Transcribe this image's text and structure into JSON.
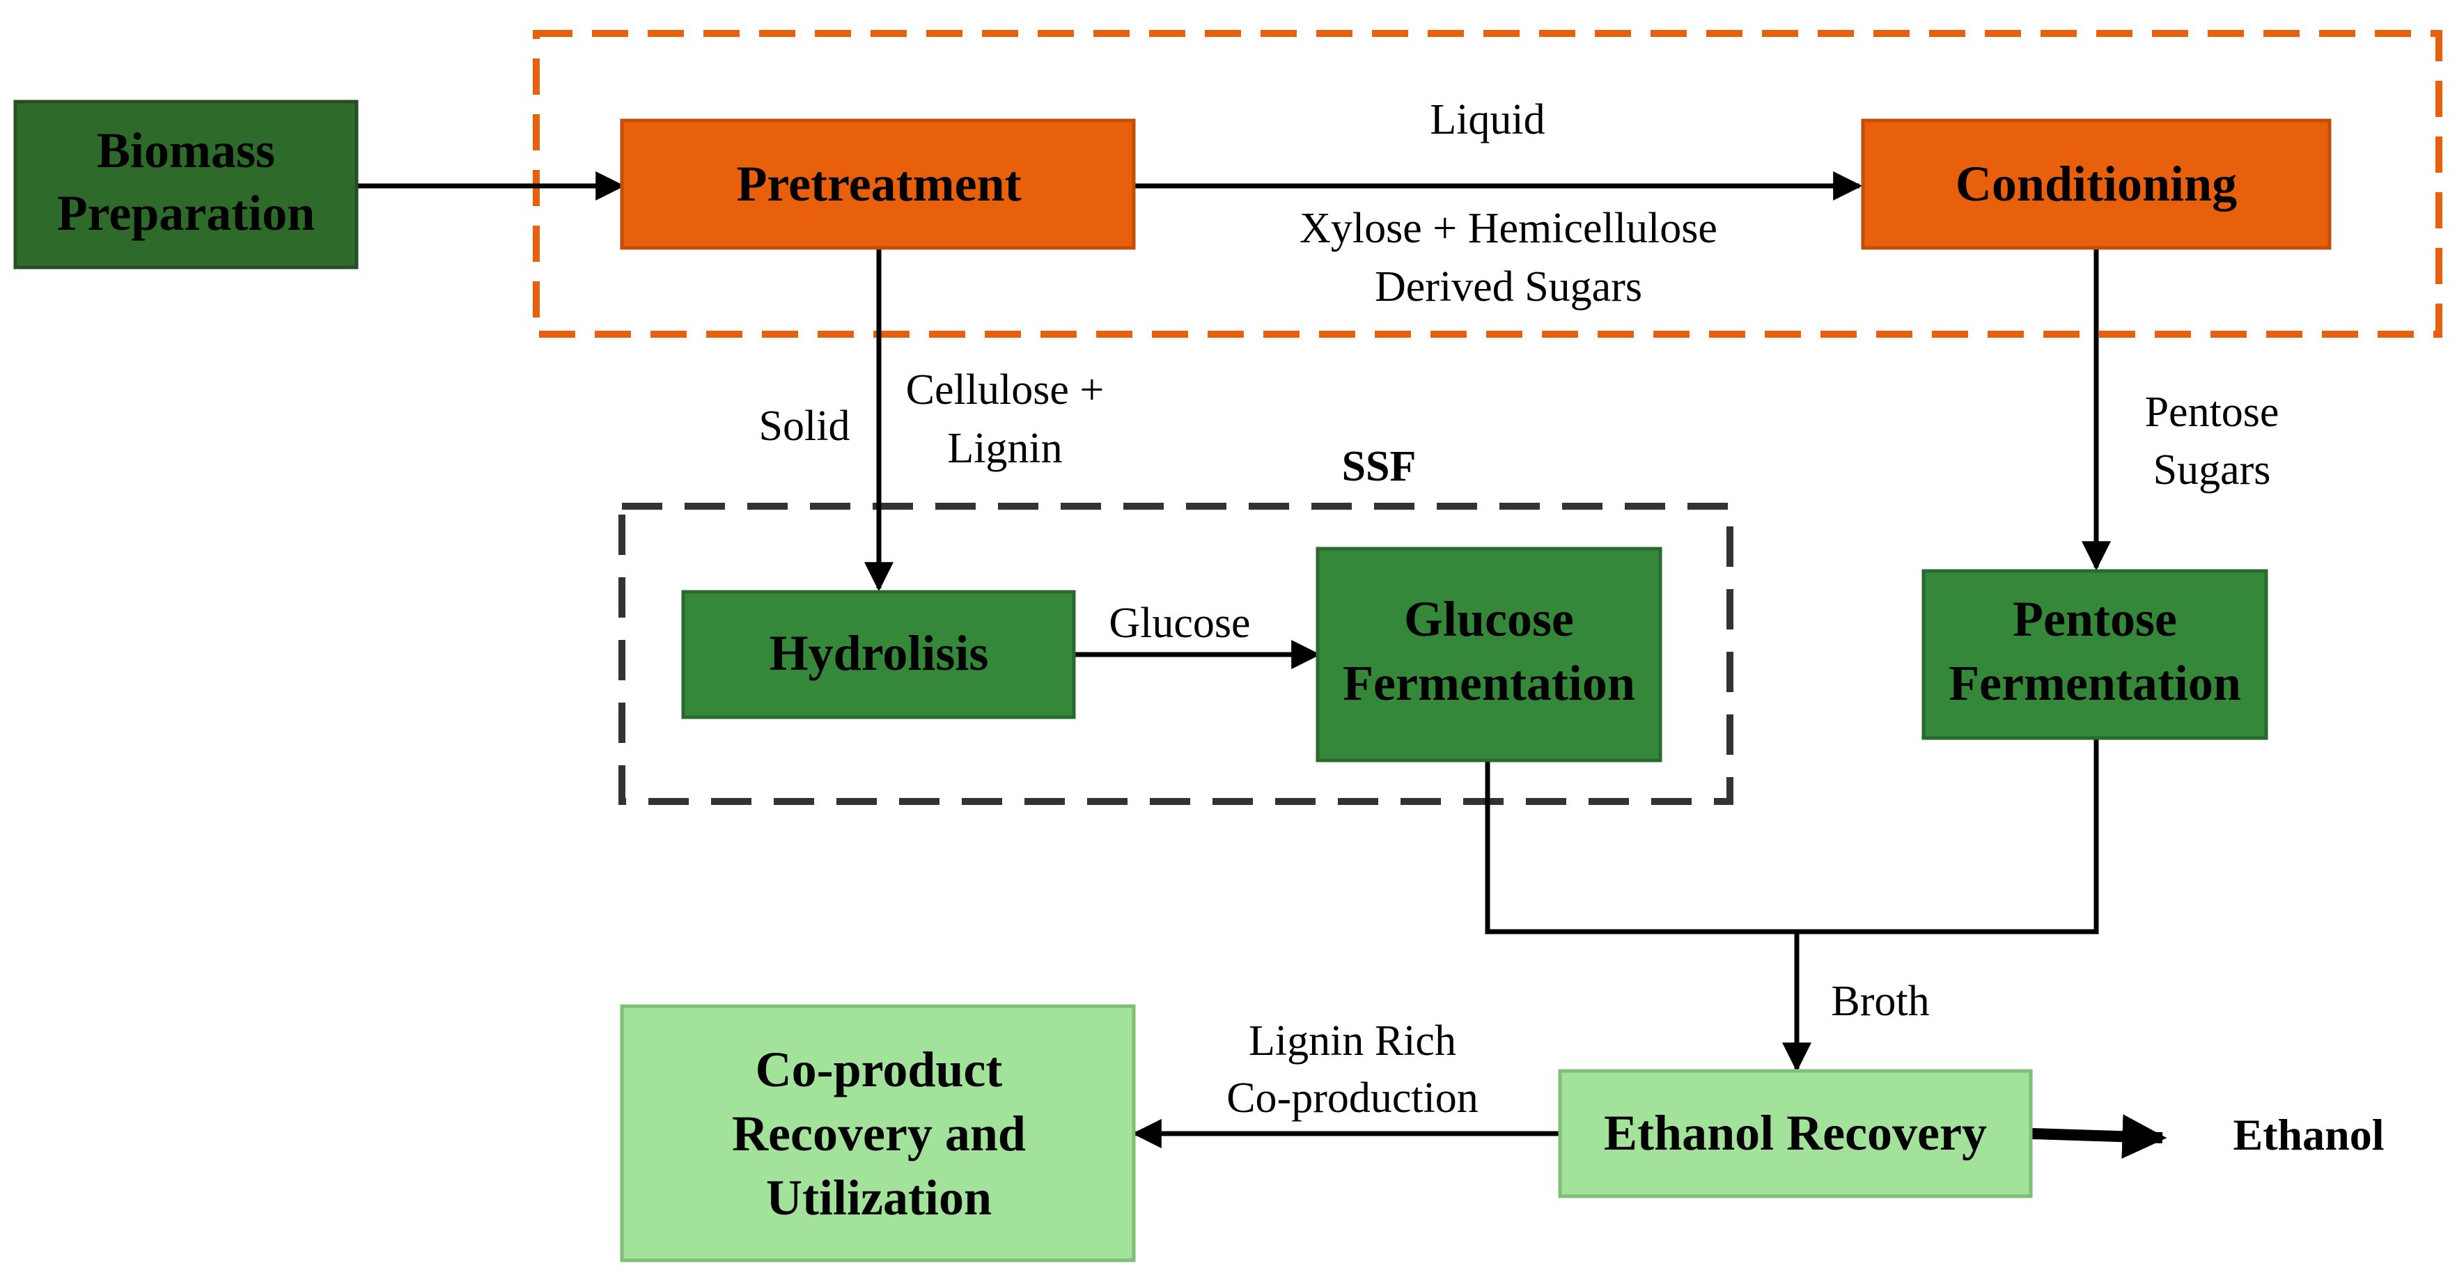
{
  "colors": {
    "dark_green": "#2e6b2a",
    "medium_green": "#35883a",
    "light_green": "#a2e29a",
    "orange": "#e8600c",
    "group_orange_border": "#e8600c",
    "group_gray_border": "#333333",
    "arrow": "#000000"
  },
  "nodes": {
    "biomass": {
      "line1": "Biomass",
      "line2": "Preparation"
    },
    "pretreatment": {
      "label": "Pretreatment"
    },
    "conditioning": {
      "label": "Conditioning"
    },
    "hydrolisis": {
      "label": "Hydrolisis"
    },
    "glucose_fermentation": {
      "line1": "Glucose",
      "line2": "Fermentation"
    },
    "pentose_fermentation": {
      "line1": "Pentose",
      "line2": "Fermentation"
    },
    "ethanol_recovery": {
      "label": "Ethanol Recovery"
    },
    "coproduct": {
      "line1": "Co-product",
      "line2": "Recovery and",
      "line3": "Utilization"
    }
  },
  "groups": {
    "ssf": {
      "title": "SSF"
    }
  },
  "edge_labels": {
    "liquid": "Liquid",
    "xylose_line1": "Xylose + Hemicellulose",
    "xylose_line2": "Derived Sugars",
    "solid": "Solid",
    "cellulose_line1": "Cellulose +",
    "cellulose_line2": "Lignin",
    "pentose_line1": "Pentose",
    "pentose_line2": "Sugars",
    "glucose": "Glucose",
    "broth": "Broth",
    "lignin_line1": "Lignin Rich",
    "lignin_line2": "Co-production"
  },
  "output": {
    "label": "Ethanol"
  }
}
